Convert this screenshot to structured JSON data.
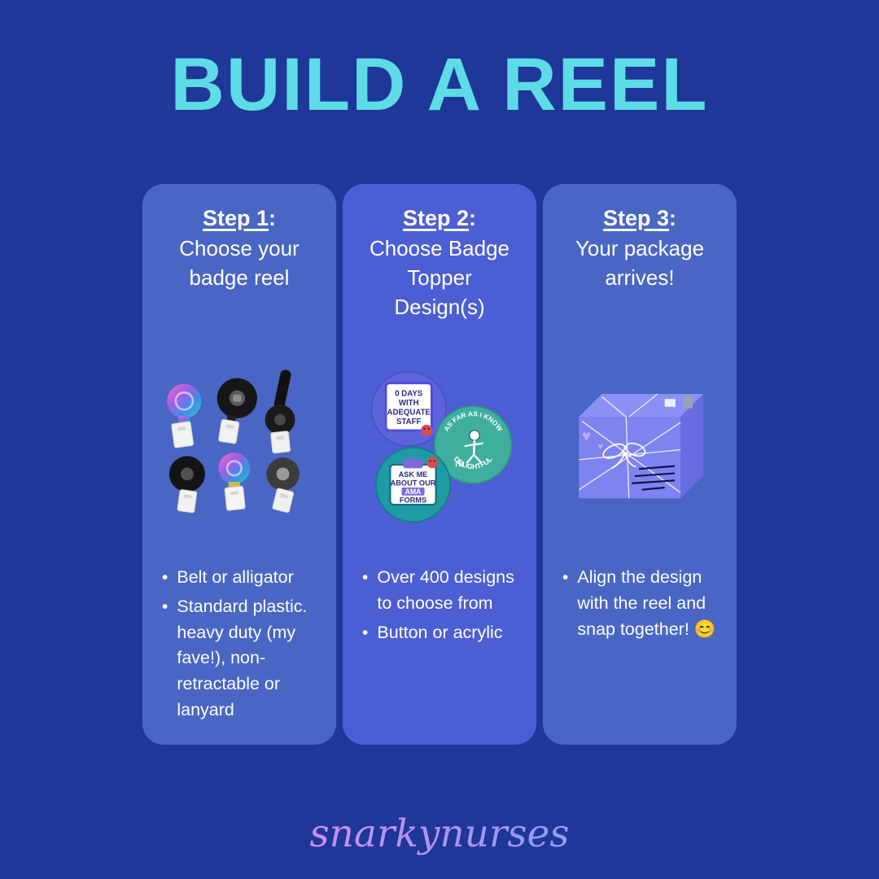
{
  "title": "BUILD A REEL",
  "colors": {
    "background": "#1e3798",
    "title_accent": "#5ddce6",
    "card_outer": "#4966c4",
    "card_middle": "#4c5ed3",
    "text": "#ffffff"
  },
  "steps": [
    {
      "heading": "Step 1",
      "heading_suffix": ":",
      "subtitle": "Choose your badge reel",
      "illustration": "badge-reels",
      "bullets": [
        "Belt or alligator",
        "Standard plastic. heavy duty (my fave!), non-retractable or lanyard"
      ]
    },
    {
      "heading": "Step 2",
      "heading_suffix": ":",
      "subtitle": "Choose Badge Topper Design(s)",
      "illustration": "badge-toppers",
      "badges": {
        "badge1_lines": [
          "0 DAYS",
          "WITH",
          "ADEQUATE",
          "STAFF"
        ],
        "badge2_lines": [
          "ASK ME",
          "ABOUT OUR",
          "AMA",
          "FORMS"
        ],
        "badge3_arc_top": "AS FAR AS I KNOW",
        "badge3_middle": "I'M",
        "badge3_arc_bottom": "DELIGHTFUL"
      },
      "bullets": [
        "Over 400 designs to choose from",
        "Button or acrylic"
      ]
    },
    {
      "heading": "Step 3",
      "heading_suffix": ":",
      "subtitle": "Your package arrives!",
      "illustration": "gift-package",
      "bullets": [
        "Align the design with the reel and snap together! 😊"
      ]
    }
  ],
  "footer": {
    "brand": "snarkynurses"
  }
}
